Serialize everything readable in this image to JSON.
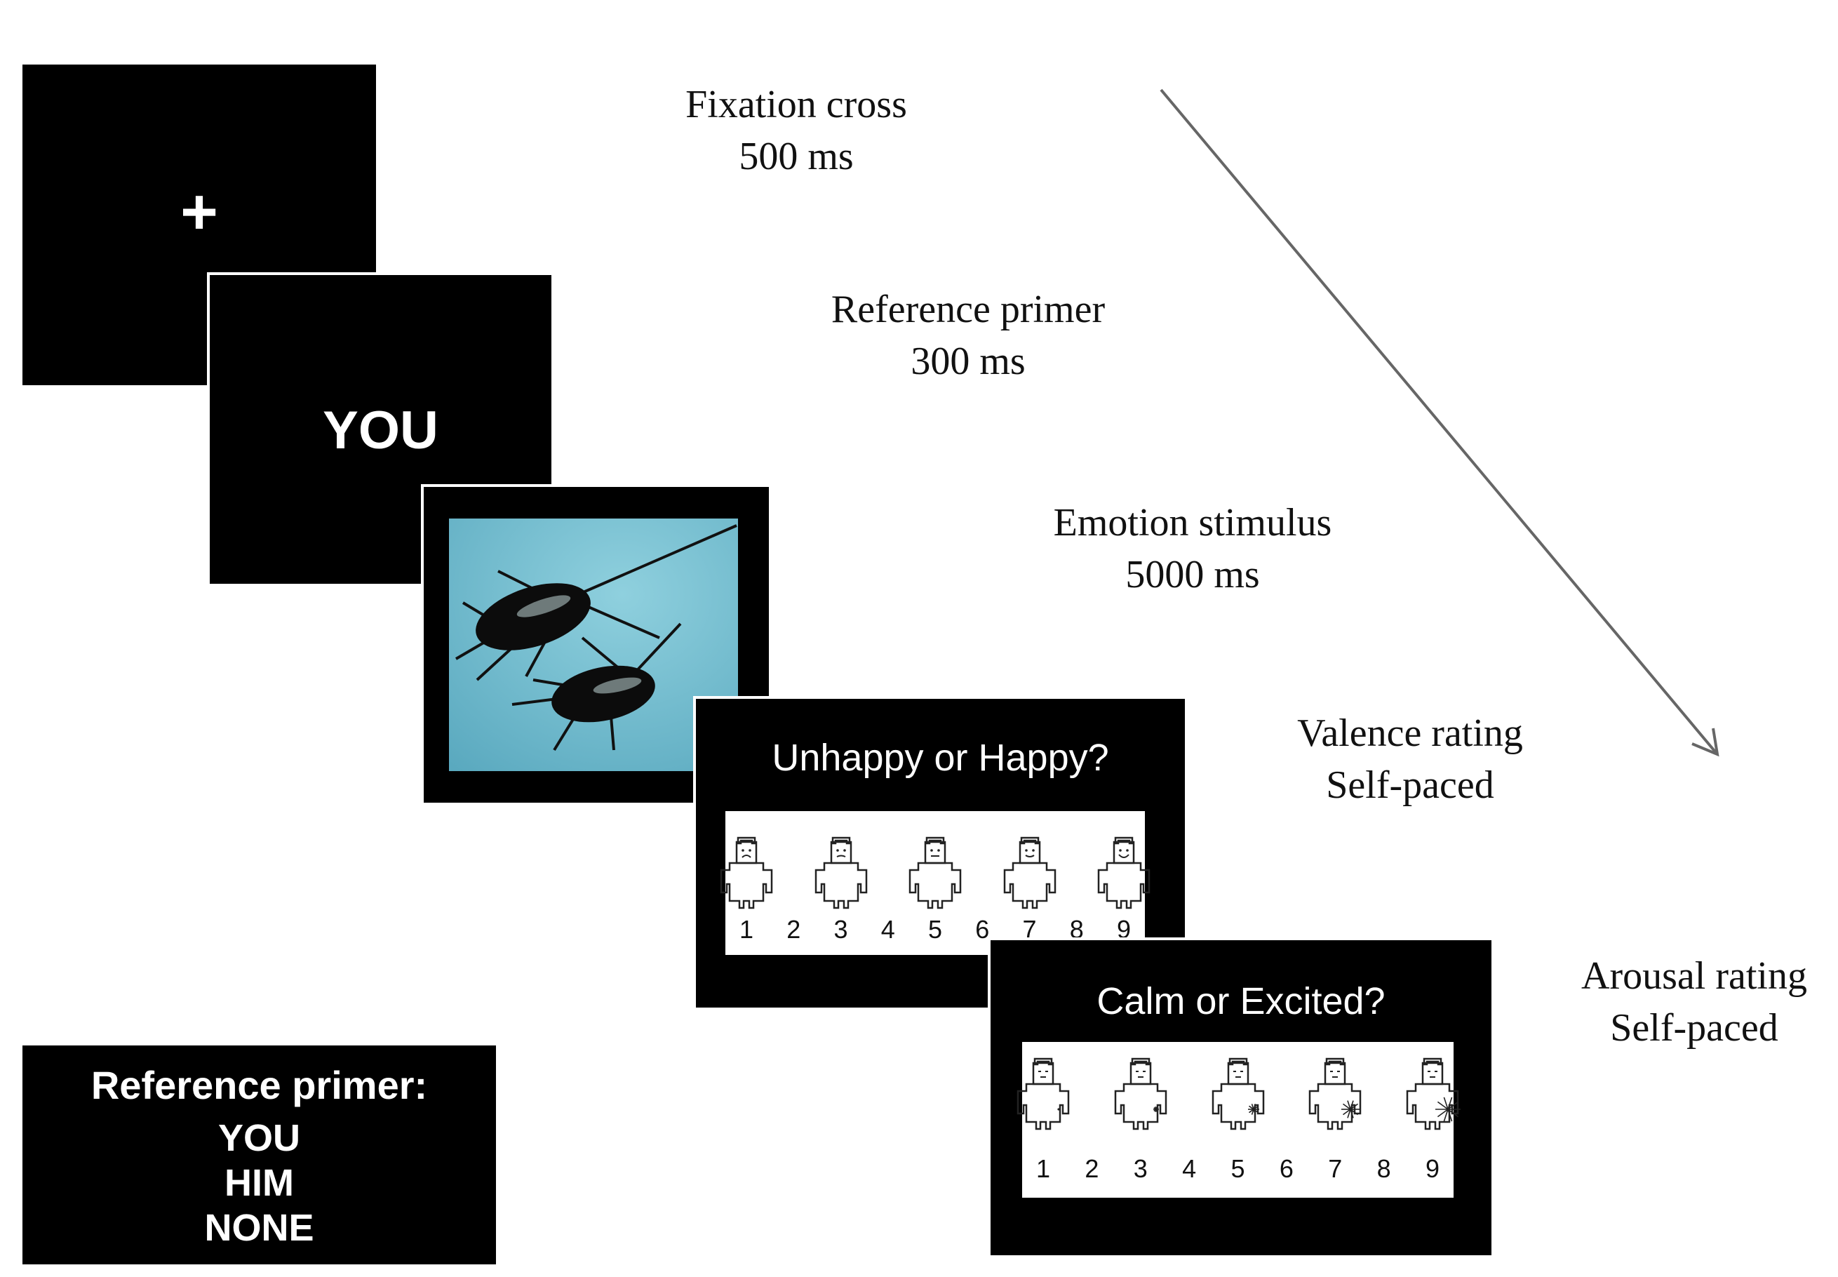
{
  "steps": {
    "fixation": {
      "symbol": "+",
      "caption_line1": "Fixation cross",
      "caption_line2": "500 ms"
    },
    "primer": {
      "word": "YOU",
      "caption_line1": "Reference primer",
      "caption_line2": "300 ms"
    },
    "stimulus": {
      "caption_line1": "Emotion stimulus",
      "caption_line2": "5000 ms"
    },
    "valence": {
      "question": "Unhappy or Happy?",
      "caption_line1": "Valence rating",
      "caption_line2": "Self-paced",
      "scale": [
        "1",
        "2",
        "3",
        "4",
        "5",
        "6",
        "7",
        "8",
        "9"
      ]
    },
    "arousal": {
      "question": "Calm or Excited?",
      "caption_line1": "Arousal rating",
      "caption_line2": "Self-paced",
      "scale": [
        "1",
        "2",
        "3",
        "4",
        "5",
        "6",
        "7",
        "8",
        "9"
      ]
    }
  },
  "legend": {
    "title": "Reference primer:",
    "options": [
      "YOU",
      "HIM",
      "NONE"
    ]
  },
  "colors": {
    "screen": "#000000",
    "stimulus_background": "#6fb8cc",
    "arrow": "#666666"
  }
}
